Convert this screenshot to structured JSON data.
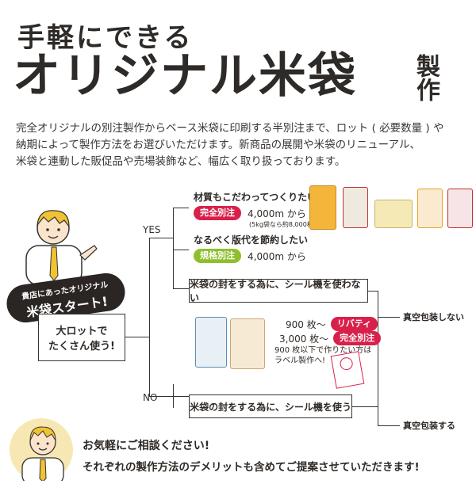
{
  "header": {
    "title_line1": "手軽にできる",
    "title_line2": "オリジナル米袋",
    "title_side": "製作"
  },
  "intro": {
    "lines": [
      "完全オリジナルの別注製作からベース米袋に印刷する半別注まで、ロット ( 必要数量 ) や",
      "納期によって製作方法をお選びいただけます。新商品の展開や米袋のリニューアル、",
      "米袋と連動した販促品や売場装飾など、幅広く取り扱っております。"
    ]
  },
  "start": {
    "badge_line1": "貴店にあったオリジナル",
    "badge_line2": "米袋スタート!",
    "question_line1": "大ロットで",
    "question_line2": "たくさん使う!"
  },
  "branches": {
    "yes": "YES",
    "no": "NO"
  },
  "yes_options": {
    "full_custom": {
      "heading": "材質もこだわってつくりたい",
      "pill": "完全別注",
      "amount": "4,000m から",
      "note": "(5kg袋なら約8,000枚〜)"
    },
    "standard": {
      "heading": "なるべく版代を節約したい",
      "pill": "規格別注",
      "amount": "4,000m から"
    },
    "no_seal_box": "米袋の封をする為に、シール機を使わない"
  },
  "no_options": {
    "quantities": [
      {
        "qty": "900 枚〜",
        "pill": "リバティ"
      },
      {
        "qty": "3,000 枚〜",
        "pill": "完全別注"
      }
    ],
    "label_note_line1": "900 枚以下で作りたい方は",
    "label_note_line2": "ラベル製作へ!",
    "seal_box": "米袋の封をする為に、シール機を使う"
  },
  "outcomes": {
    "no_vacuum": "真空包装しない",
    "vacuum": "真空包装する"
  },
  "footer": {
    "line1": "お気軽にご相談ください!",
    "line2": "それぞれの製作方法のデメリットも含めてご提案させていただきます!"
  },
  "colors": {
    "full_custom_pill": "#d8204a",
    "standard_pill": "#8fbf2e",
    "liberty_pill": "#d8204a",
    "text": "#2f2a26",
    "badge_bg": "#2b2523",
    "footer_circle": "#f7e8b3"
  }
}
